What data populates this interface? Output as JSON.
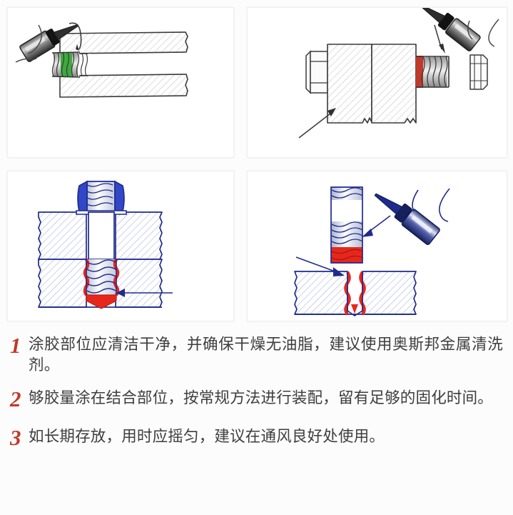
{
  "document": {
    "title": "涂胶操作说明",
    "type": "adhesive-application-instruction-sheet"
  },
  "illustrations": {
    "panels": [
      {
        "id": "panel-1",
        "name": "apply-adhesive-to-threaded-rod",
        "caption": "涂胶器向螺纹杆涂抹绿色胶水",
        "adhesive_color": "#3dab3d",
        "line_color": "#333333",
        "style": "hand-drawn-pencil-sketch"
      },
      {
        "id": "panel-2",
        "name": "apply-adhesive-to-bolt-before-nut",
        "caption": "螺栓穿过工件后在外露螺纹上涂胶，再装螺母",
        "adhesive_color": "#c0392b",
        "line_color": "#333333",
        "style": "hand-drawn-pencil-sketch"
      },
      {
        "id": "panel-3",
        "name": "cured-adhesive-in-blind-hole-section",
        "caption": "装配后剖面：胶水充满盲孔底部并锁固螺纹",
        "adhesive_color": "#e8271c",
        "line_color": "#1f2b8c",
        "style": "blue-ink-section-drawing"
      },
      {
        "id": "panel-4",
        "name": "apply-adhesive-into-blind-hole",
        "caption": "将胶水涂入盲孔和螺栓螺纹处",
        "adhesive_color": "#e8271c",
        "line_color": "#1f2b8c",
        "style": "blue-ink-section-drawing"
      }
    ]
  },
  "instructions": {
    "steps": [
      {
        "number": "1",
        "text": "涂胶部位应清洁干净，并确保干燥无油脂，建议使用奥斯邦金属清洗剂。"
      },
      {
        "number": "2",
        "text": "够胶量涂在结合部位，按常规方法进行装配，留有足够的固化时间。"
      },
      {
        "number": "3",
        "text": "如长期存放，用时应摇匀，建议在通风良好处使用。"
      }
    ],
    "number_color": "#c0392b",
    "text_color": "#3d3d3d"
  }
}
